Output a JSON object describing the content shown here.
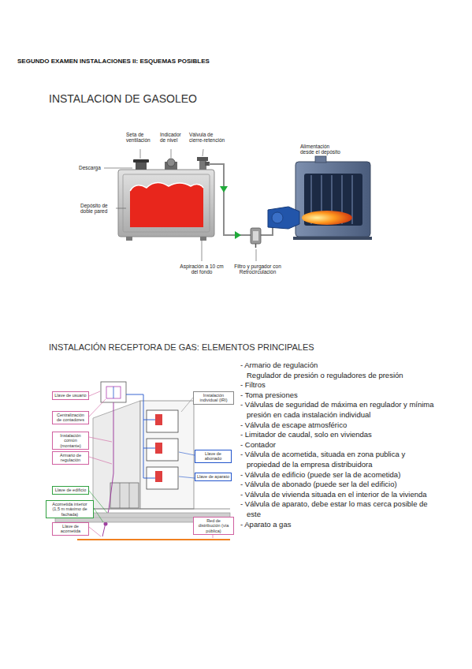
{
  "diagram": {
    "title": "SEGUNDO EXAMEN INSTALACIONES II: ESQUEMAS POSIBLES",
    "nodes": [
      {
        "text": [
          "Llave de usuario"
        ]
      },
      {
        "text": [
          "Centralización de contadores"
        ]
      },
      {
        "text": [
          "Instalación común (montante)"
        ]
      },
      {
        "text": [
          "Armario de regulación"
        ]
      },
      {
        "text": [
          "Llave de edificio"
        ]
      },
      {
        "text": [
          "Acometida interior (1,5 m máximo de fachada)"
        ]
      },
      {
        "text": [
          "Llave de acometida"
        ]
      },
      {
        "text": [
          "Instalación individual (IRI)"
        ]
      },
      {
        "text": [
          "Llave de abonado"
        ]
      },
      {
        "text": [
          "Llave de aparato"
        ]
      },
      {
        "text": [
          "Red de distribución (vía pública)"
        ]
      }
    ],
    "labels": [
      "INSTALACION DE GASOLEO",
      "Seta de ventilación",
      "Indicador de nivel",
      "Válvula de cierre-retención",
      "Descarga",
      "Depósito de doble pared",
      "Alimentación desde el depósito",
      "Aspiración a 10 cm del fondo",
      "Filtro y purgador con Retrocirculación",
      "INSTALACIÓN RECEPTORA DE GAS: ELEMENTOS PRINCIPALES",
      "- Armario de regulación",
      "Regulador de presión o reguladores de presión",
      "- Filtros",
      "- Toma presiones",
      "- Válvulas de seguridad de máxima en regulador y mínima presión en cada instalación individual",
      "- Válvula de escape atmosférico",
      "- Limitador de caudal, solo en viviendas",
      "- Contador",
      "- Válvula de acometida, situada en zona publica y propiedad de la empresa distribuidora",
      "- Válvula de edificio (puede ser la de acometida)",
      "- Válvula de abonado (puede ser la del edificio)",
      "- Válvula de vivienda situada en el interior de la vivienda",
      "- Válvula de aparato, debe estar lo mas cerca posible de este",
      "- Aparato a gas"
    ]
  }
}
